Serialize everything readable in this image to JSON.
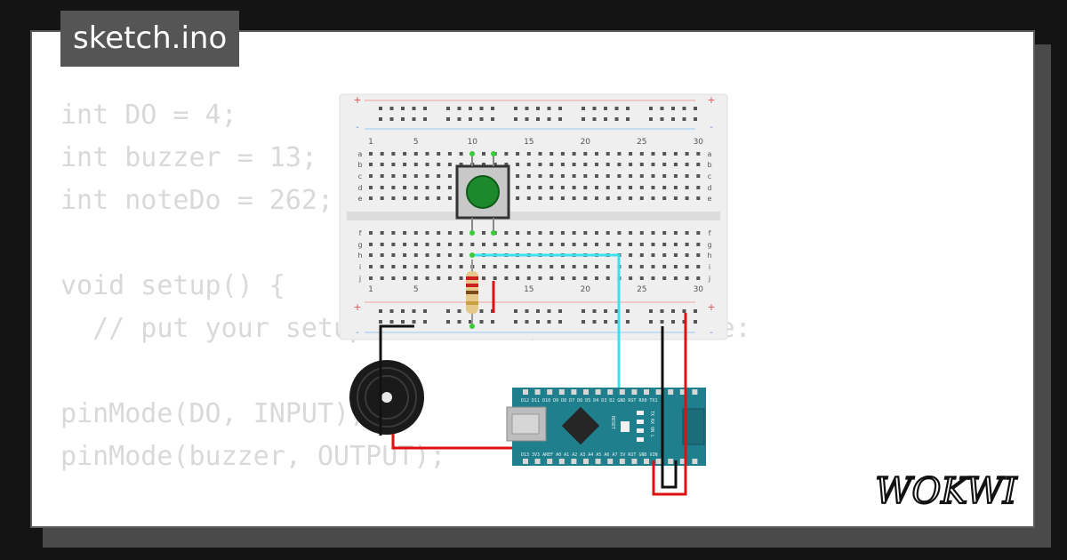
{
  "tab": {
    "filename": "sketch.ino"
  },
  "code_lines": [
    "int DO = 4;",
    "int buzzer = 13;",
    "int noteDo = 262;",
    "",
    "void setup() {",
    "  // put your setup code here, to run once:",
    "",
    "pinMode(DO, INPUT);",
    "pinMode(buzzer, OUTPUT);",
    "",
    "}"
  ],
  "breadboard": {
    "column_numbers": [
      "1",
      "5",
      "10",
      "15",
      "20",
      "25",
      "30"
    ],
    "top_row_letters": [
      "a",
      "b",
      "c",
      "d",
      "e"
    ],
    "bottom_row_letters": [
      "f",
      "g",
      "h",
      "i",
      "j"
    ],
    "rail_plus": "+",
    "rail_minus": "-"
  },
  "nano": {
    "top_pins": "D12 D11 D10 D9 D8 D7 D6 D5 D4 D3 D2 GND RST RX0 TX1",
    "bottom_pins": "D13 3V3 AREF A0 A1 A2 A3 A4 A5 A6 A7 5V RST GND VIN",
    "reset_label": "RESET",
    "led_labels": "TX RX ON L"
  },
  "logo": {
    "text": "WOKWI"
  },
  "colors": {
    "code_text": "#d9d9d9",
    "wire_cyan": "#3ee0ec",
    "wire_red": "#e01010",
    "wire_black": "#111111",
    "nano_board": "#1f7f8c",
    "button_cap": "#1c8a2c",
    "pin_highlight": "#3cc93c"
  }
}
